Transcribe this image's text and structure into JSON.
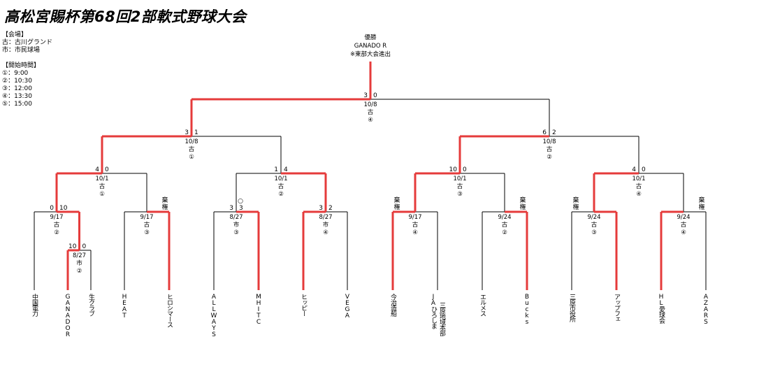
{
  "title": "高松宮賜杯第68回2部軟式野球大会",
  "venue": {
    "heading": "【会場】",
    "lines": [
      "古：古川グランド",
      "市：市民球場"
    ]
  },
  "times": {
    "heading": "【開始時間】",
    "lines": [
      "①：9:00",
      "②：10:30",
      "③：12:00",
      "④：13:30",
      "⑤：15:00"
    ]
  },
  "champion": {
    "label": "優勝",
    "name": "GANADO R",
    "note": "※東部大会進出"
  },
  "teams": [
    "中国電力",
    "GANADOR",
    "生クラブ",
    "HEAT",
    "ヒロシマース",
    "ALLWAYS",
    "MHITC",
    "ヒッピー",
    "VEGA",
    "今治造船",
    "JAひろしま 三原地域本部",
    "エルメス",
    "Bucks",
    "三原市役所",
    "アップフェ",
    "HL愛球会",
    "AZARS"
  ],
  "matches": [
    {
      "id": "m1",
      "date": "8/27",
      "venue": "市",
      "time": "②",
      "score_l": "10",
      "score_r": "0"
    },
    {
      "id": "r1a",
      "date": "9/17",
      "venue": "古",
      "time": "②",
      "score_l": "0",
      "score_r": "10"
    },
    {
      "id": "r1b",
      "date": "9/17",
      "venue": "古",
      "time": "③",
      "score_l": "",
      "score_r": "棄権"
    },
    {
      "id": "r1c",
      "date": "8/27",
      "venue": "市",
      "time": "③",
      "score_l": "3",
      "score_r": "3",
      "mark": "○"
    },
    {
      "id": "r1d",
      "date": "8/27",
      "venue": "市",
      "time": "④",
      "score_l": "3",
      "score_r": "2"
    },
    {
      "id": "r1e",
      "date": "9/17",
      "venue": "古",
      "time": "④",
      "score_l": "棄権",
      "score_r": ""
    },
    {
      "id": "r1f",
      "date": "9/24",
      "venue": "古",
      "time": "②",
      "score_l": "",
      "score_r": "棄権"
    },
    {
      "id": "r1g",
      "date": "9/24",
      "venue": "古",
      "time": "③",
      "score_l": "棄権",
      "score_r": ""
    },
    {
      "id": "r1h",
      "date": "9/24",
      "venue": "古",
      "time": "④",
      "score_l": "",
      "score_r": "棄権"
    },
    {
      "id": "q1",
      "date": "10/1",
      "venue": "古",
      "time": "①",
      "score_l": "4",
      "score_r": "0"
    },
    {
      "id": "q2",
      "date": "10/1",
      "venue": "古",
      "time": "②",
      "score_l": "1",
      "score_r": "4"
    },
    {
      "id": "q3",
      "date": "10/1",
      "venue": "古",
      "time": "③",
      "score_l": "10",
      "score_r": "0"
    },
    {
      "id": "q4",
      "date": "10/1",
      "venue": "古",
      "time": "④",
      "score_l": "4",
      "score_r": "0"
    },
    {
      "id": "s1",
      "date": "10/8",
      "venue": "古",
      "time": "①",
      "score_l": "3",
      "score_r": "1"
    },
    {
      "id": "s2",
      "date": "10/8",
      "venue": "古",
      "time": "②",
      "score_l": "6",
      "score_r": "2"
    },
    {
      "id": "f",
      "date": "10/8",
      "venue": "古",
      "time": "④",
      "score_l": "3",
      "score_r": "0"
    }
  ],
  "colors": {
    "winner_line": "#e53b3b",
    "loser_line": "#000000"
  }
}
